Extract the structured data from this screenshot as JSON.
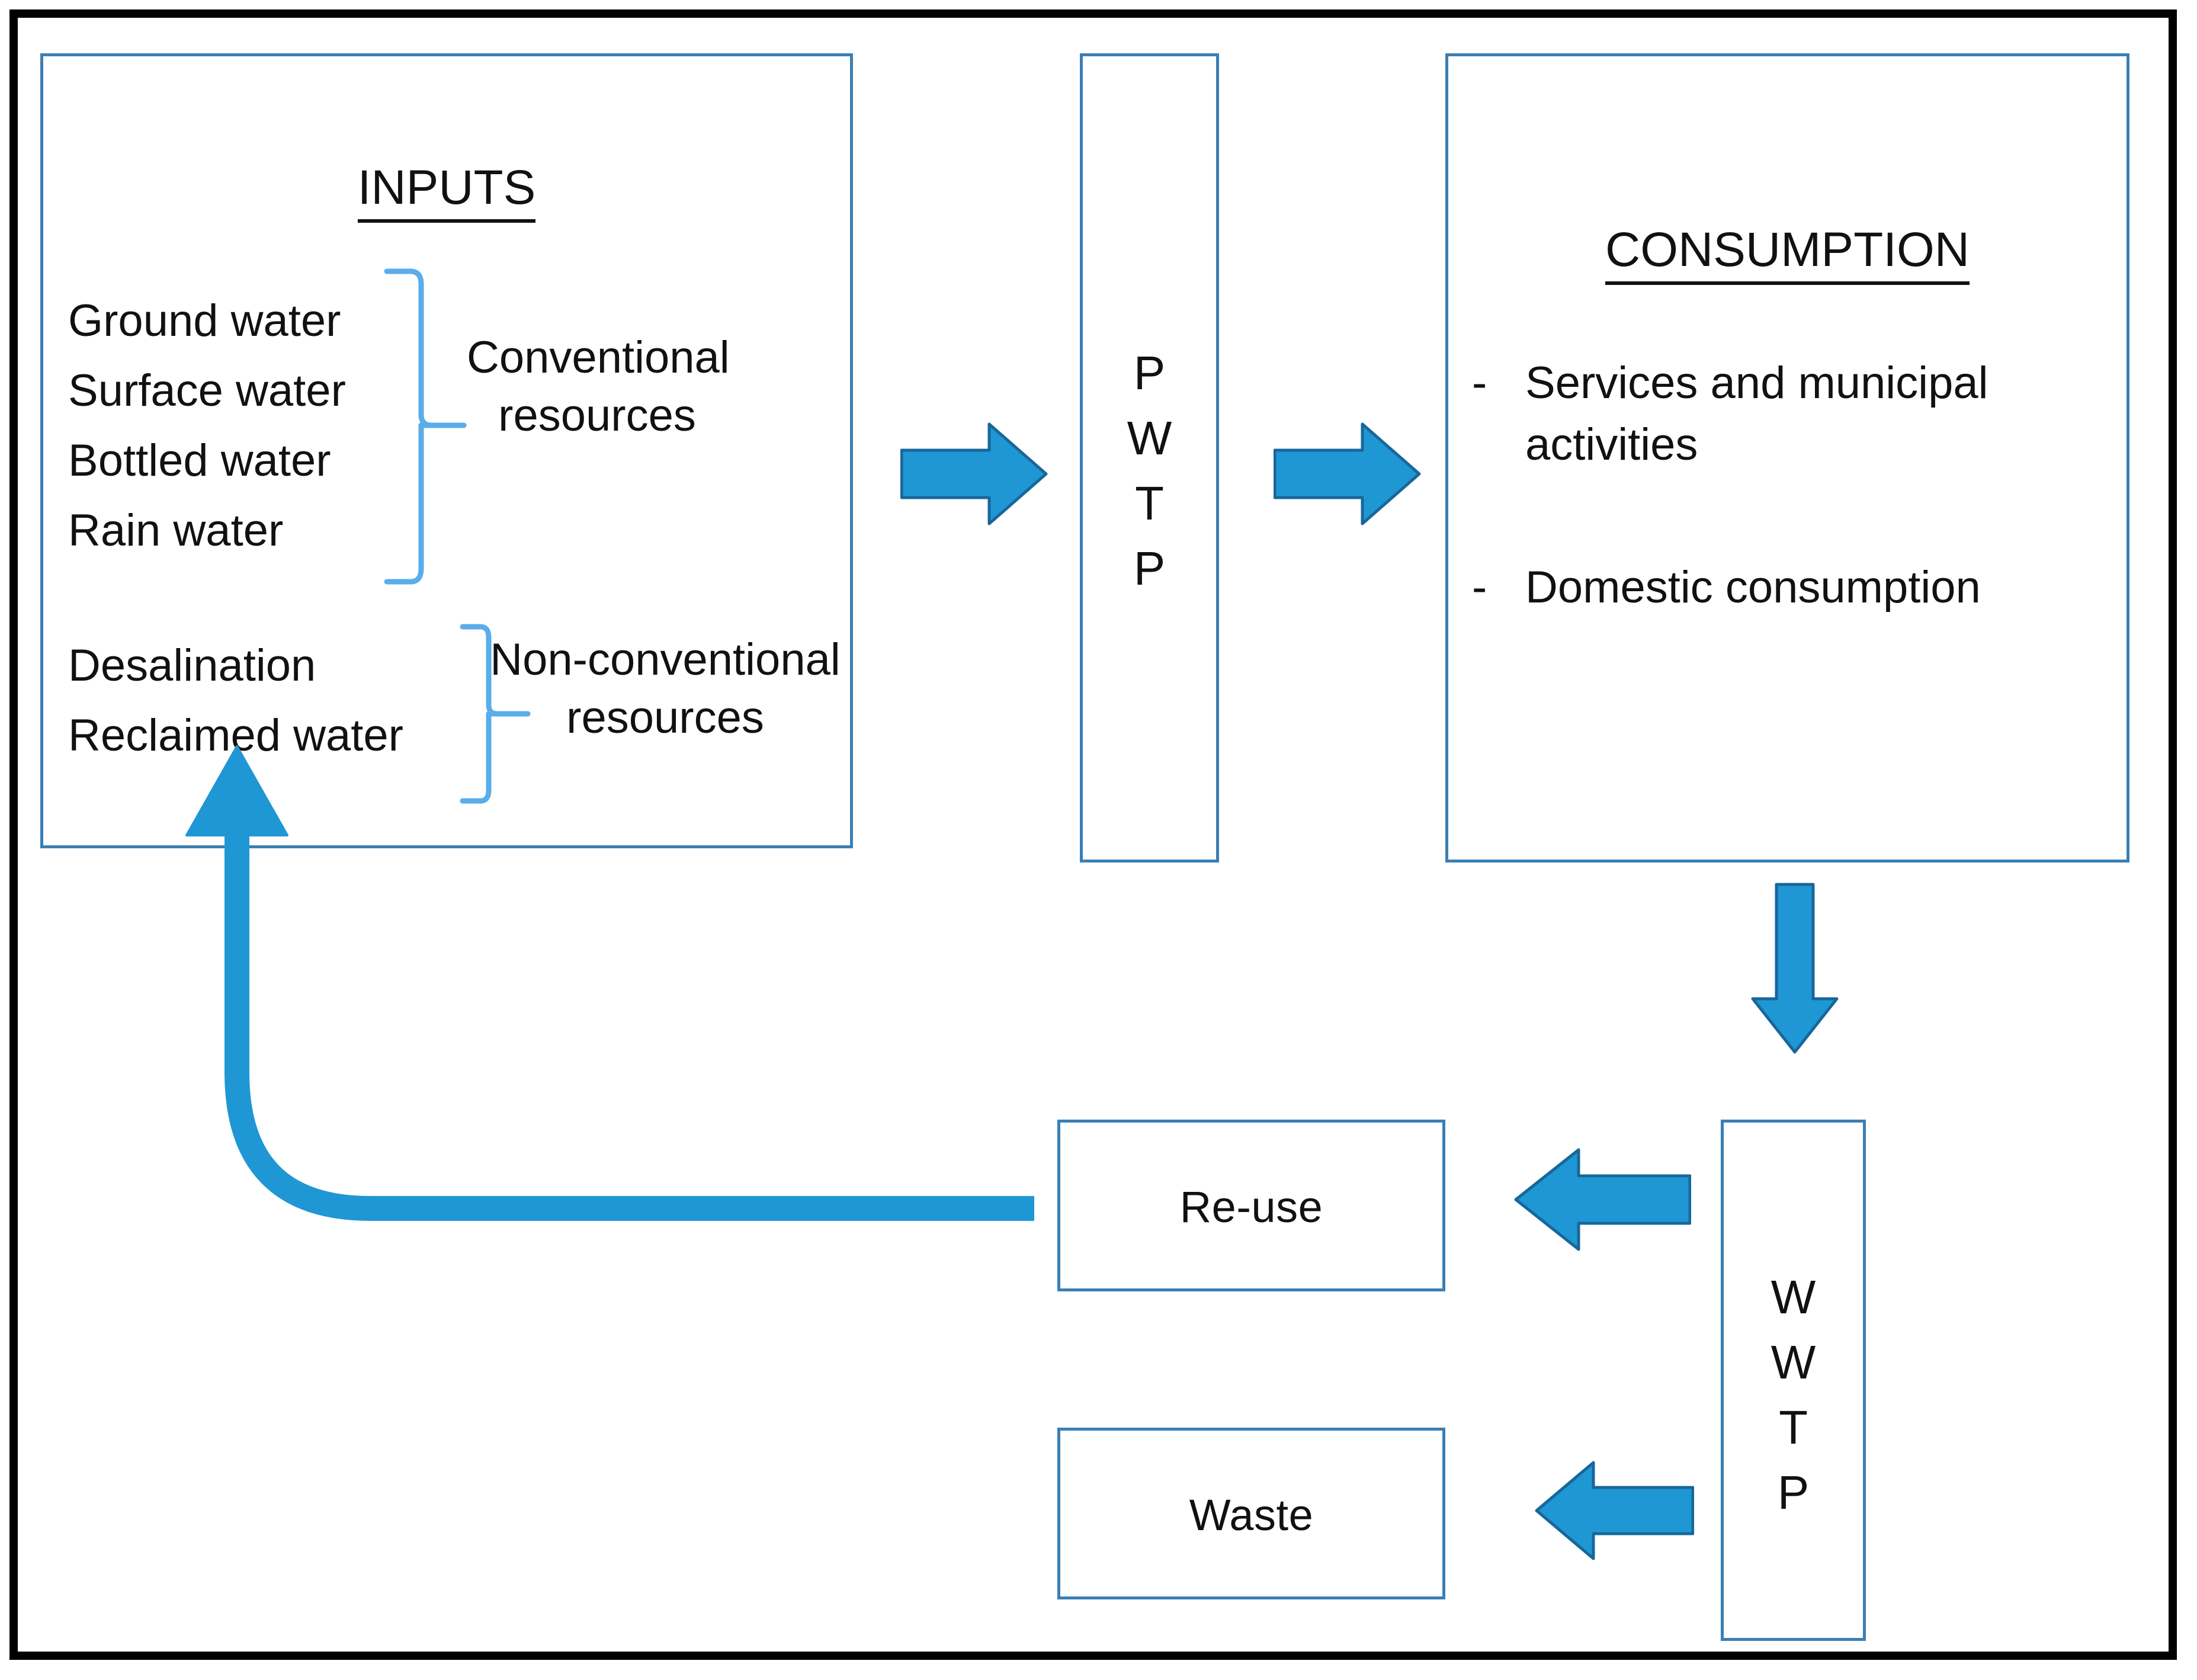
{
  "diagram": {
    "title": "Urban water cycle flow diagram",
    "colors": {
      "box_border": "#3a7fb5",
      "arrow_fill": "#1f97d4",
      "arrow_stroke": "#17679a",
      "bracket": "#5aadea",
      "frame": "#000000",
      "text": "#111111",
      "background": "#ffffff"
    }
  },
  "inputs": {
    "title": "INPUTS",
    "conventional": {
      "label": "Conventional resources",
      "label_line1": "Conventional",
      "label_line2": "resources",
      "items": [
        "Ground water",
        "Surface water",
        "Bottled water",
        "Rain water"
      ]
    },
    "non_conventional": {
      "label": "Non-conventional resources",
      "label_line1": "Non-conventional",
      "label_line2": "resources",
      "items": [
        "Desalination",
        "Reclaimed water"
      ]
    }
  },
  "pwtp": {
    "label": "PWTP",
    "letters": [
      "P",
      "W",
      "T",
      "P"
    ]
  },
  "consumption": {
    "title": "CONSUMPTION",
    "bullets": [
      {
        "marker": "-",
        "text": "Services and municipal activities"
      },
      {
        "marker": "-",
        "text": "Domestic consumption"
      }
    ]
  },
  "wwtp": {
    "label": "WWTP",
    "letters": [
      "W",
      "W",
      "T",
      "P"
    ]
  },
  "outputs": {
    "reuse": "Re-use",
    "waste": "Waste"
  },
  "arrows": [
    {
      "name": "inputs-to-pwtp",
      "direction": "right"
    },
    {
      "name": "pwtp-to-consumption",
      "direction": "right"
    },
    {
      "name": "consumption-to-wwtp",
      "direction": "down"
    },
    {
      "name": "wwtp-to-reuse",
      "direction": "left"
    },
    {
      "name": "wwtp-to-waste",
      "direction": "left"
    },
    {
      "name": "reuse-to-inputs",
      "direction": "up-curved-loop"
    }
  ]
}
